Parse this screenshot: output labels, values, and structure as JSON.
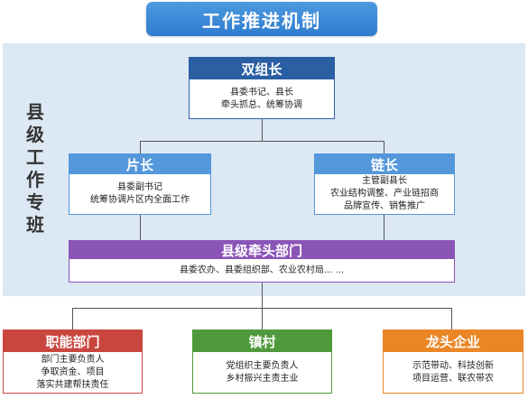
{
  "title": "工作推进机制",
  "left_label": [
    "县",
    "级",
    "工",
    "作",
    "专",
    "班"
  ],
  "top": {
    "head": "双组长",
    "lines": [
      "县委书记、县长",
      "牵头抓总、统筹协调"
    ],
    "color": "#2b5fa3"
  },
  "mid_left": {
    "head": "片长",
    "lines": [
      "县委副书记",
      "统筹协调片区内全面工作"
    ],
    "color": "#5497db"
  },
  "mid_right": {
    "head": "链长",
    "lines": [
      "主管副县长",
      "农业结构调整、产业链招商",
      "品牌宣传、销售推广"
    ],
    "color": "#5497db"
  },
  "lead": {
    "head": "县级牵头部门",
    "lines": [
      "县委农办、县委组织部、农业农村局... ..."
    ],
    "color": "#8b55b7"
  },
  "bottom": [
    {
      "head": "职能部门",
      "lines": [
        "部门主要负责人",
        "争取资金、项目",
        "落实共建帮扶责任"
      ],
      "color": "#c9463f"
    },
    {
      "head": "镇村",
      "lines": [
        "党组织主要负责人",
        "乡村振兴主责主业"
      ],
      "color": "#4f9a3c"
    },
    {
      "head": "龙头企业",
      "lines": [
        "示范带动、科技创新",
        "项目运营、联农带农"
      ],
      "color": "#ea8625"
    }
  ]
}
